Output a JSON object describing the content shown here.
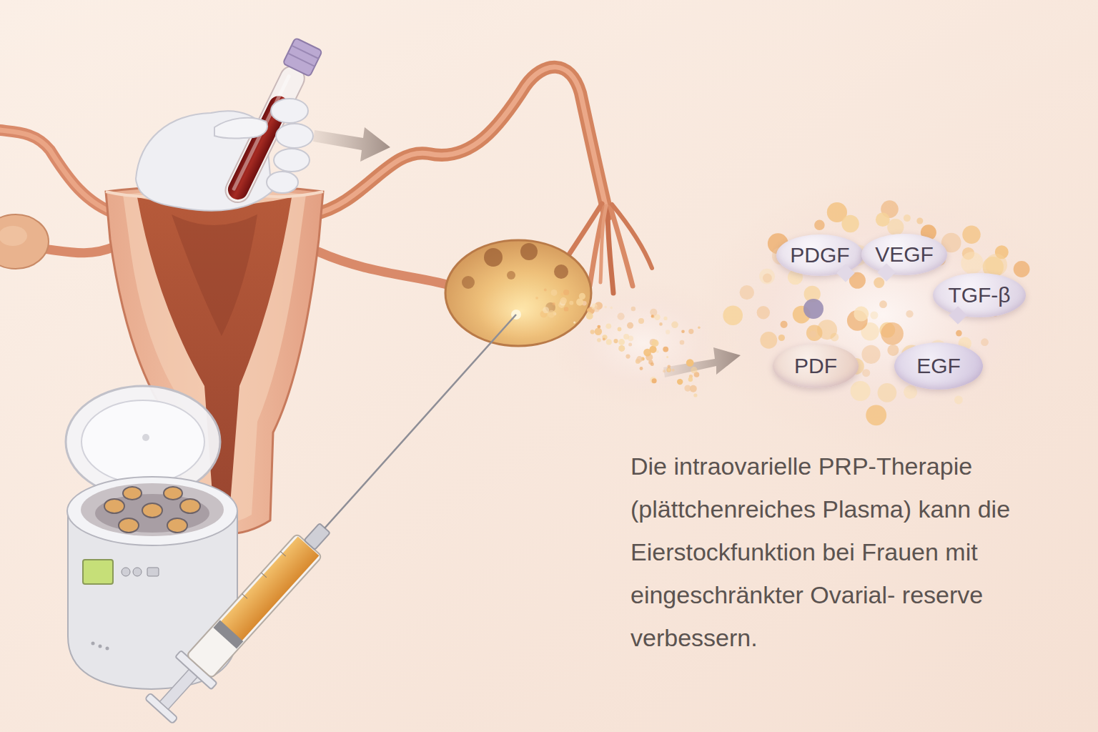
{
  "diagram": {
    "caption": "Die intraovarielle PRP-Therapie (plättchenreiches Plasma) kann die Eierstockfunktion bei Frauen mit eingeschränkter Ovarial- reserve verbessern.",
    "nodes": [
      {
        "text": [
          "PDGF"
        ]
      },
      {
        "text": [
          "VEGF"
        ]
      },
      {
        "text": [
          "TGF-β"
        ]
      },
      {
        "text": [
          "PDF"
        ]
      },
      {
        "text": [
          "EGF"
        ]
      }
    ]
  }
}
